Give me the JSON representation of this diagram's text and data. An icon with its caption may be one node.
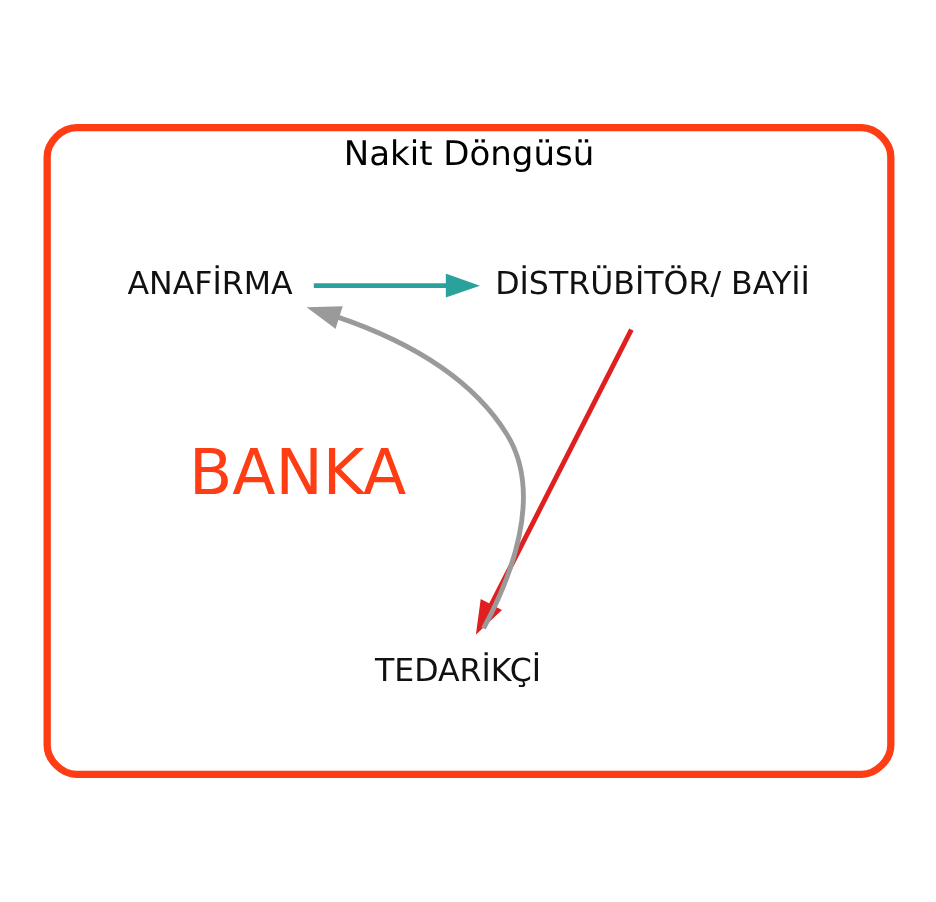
{
  "diagram": {
    "nodes": [
      {
        "text": [
          "Nakit Döngüsü"
        ]
      },
      {
        "text": [
          "ANAFİRMA"
        ],
        "in": 0
      },
      {
        "text": [
          "DİSTRÜBİTÖR/ BAYİİ"
        ],
        "in": 0
      },
      {
        "text": [
          "BANKA"
        ],
        "in": 0
      },
      {
        "text": [
          "TEDARİKÇİ"
        ],
        "in": 0
      }
    ],
    "edges": [
      {
        "from": 1,
        "to": 2,
        "arrow": "to",
        "color": "#2aa19b"
      },
      {
        "from": 2,
        "to": 4,
        "arrow": "to",
        "color": "#e02020"
      },
      {
        "from": 4,
        "to": 1,
        "arrow": "to",
        "color": "#9a9a9a"
      }
    ]
  }
}
